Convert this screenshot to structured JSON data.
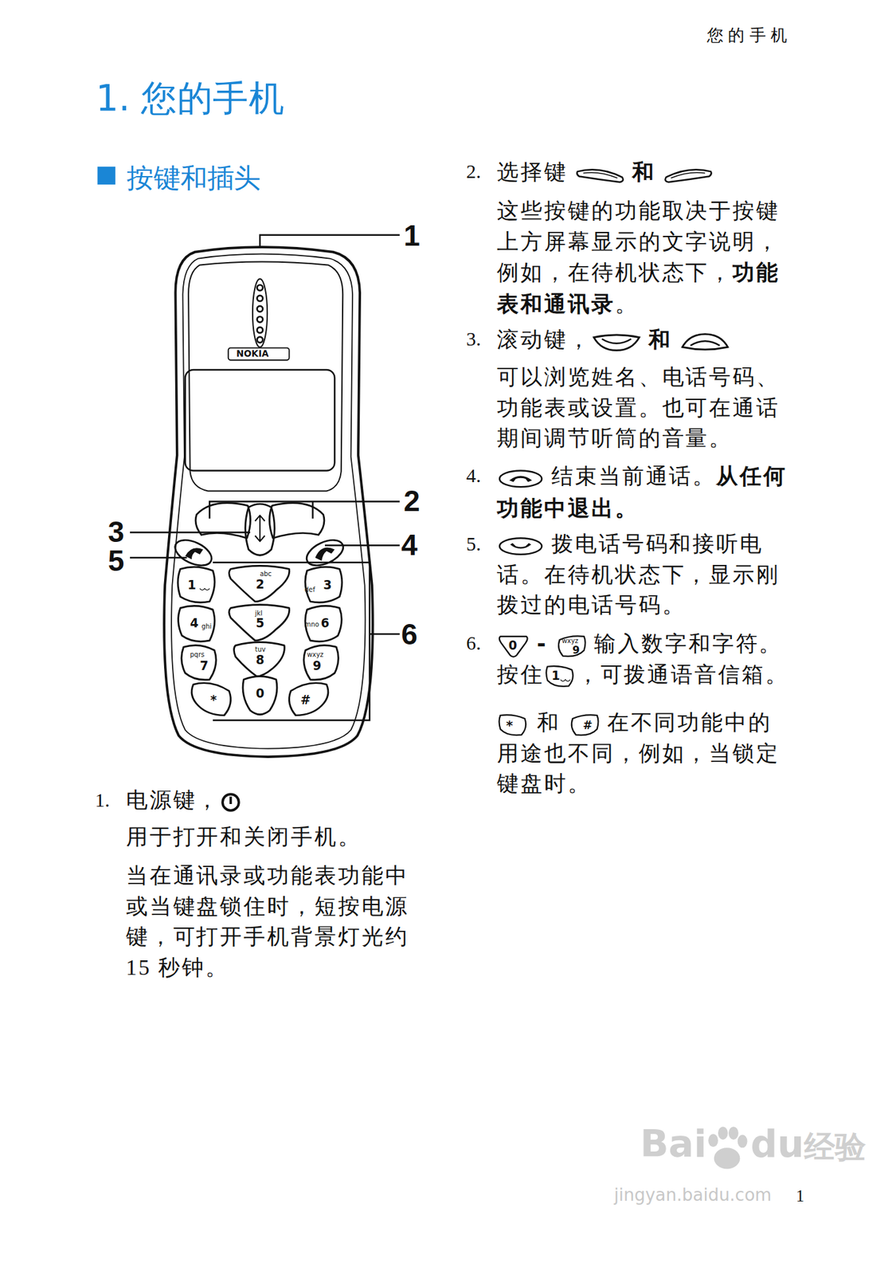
{
  "diagram": {
    "title": "1. 您的手机",
    "labels": [
      "您 的 手 机",
      "按键和插头",
      "1",
      "2",
      "3",
      "4",
      "5",
      "6",
      "NOKIA",
      "1",
      "abc",
      "2",
      "def",
      "3",
      "4",
      "ghi",
      "jkl",
      "5",
      "mno",
      "6",
      "pqrs",
      "7",
      "tuv",
      "8",
      "wxyz",
      "9",
      "*",
      "0",
      "#",
      "1.",
      "电源键，",
      "用于打开和关闭手机。",
      "当在通讯录或功能表功能中或当键盘锁住时，短按电源键，可打开手机背景灯光约 15 秒钟。",
      "2.",
      "选择键",
      "和",
      "这些按键的功能取决于按键上方屏幕显示的文字说明，例如，在待机状态下，",
      "功能表",
      "和",
      "通讯录",
      "。",
      "3.",
      "滚动键，",
      "和",
      "可以浏览姓名、电话号码、功能表或设置。也可在通话期间调节听筒的音量。",
      "4.",
      "结束当前通话。",
      "从任何功能中退出。",
      "5.",
      "拨电话号码和接听电话。在待机状态下，显示刚拨过的电话号码。",
      "6.",
      "-",
      "输入数字和字符。",
      "按住",
      "，可拨通语音信箱。",
      "和",
      "在不同功能中的用途也不同，例如，当锁定键盘时。",
      "1",
      "Bai",
      "du",
      "经验",
      "jingyan.baidu.com",
      "0",
      "wxyz",
      "9",
      "1",
      "*",
      "#"
    ]
  }
}
